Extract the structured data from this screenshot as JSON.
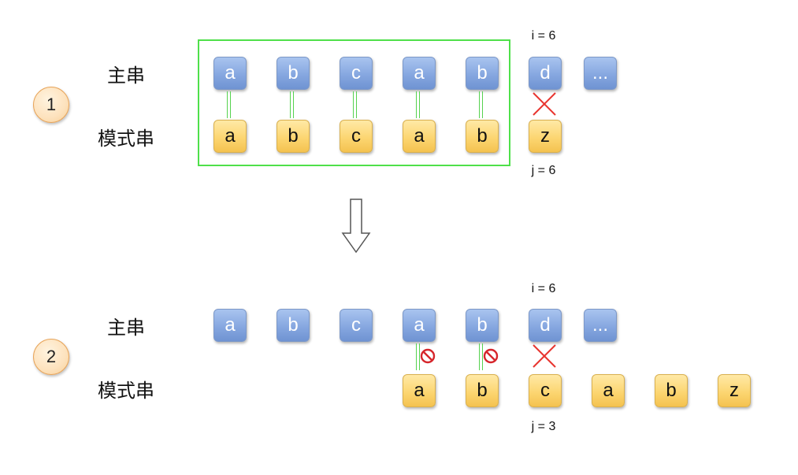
{
  "steps": [
    {
      "badge": "1",
      "main_label": "主串",
      "pattern_label": "模式串",
      "main_chars": [
        "a",
        "b",
        "c",
        "a",
        "b",
        "d",
        "..."
      ],
      "pattern_chars": [
        "a",
        "b",
        "c",
        "a",
        "b",
        "z"
      ],
      "i_label": "i = 6",
      "j_label": "j = 6"
    },
    {
      "badge": "2",
      "main_label": "主串",
      "pattern_label": "模式串",
      "main_chars": [
        "a",
        "b",
        "c",
        "a",
        "b",
        "d",
        "..."
      ],
      "pattern_chars": [
        "a",
        "b",
        "c",
        "a",
        "b",
        "z"
      ],
      "i_label": "i = 6",
      "j_label": "j = 3"
    }
  ],
  "colors": {
    "match_line": "#56d24f",
    "match_box_border": "#4fe04a",
    "mismatch_cross": "#e8352f",
    "main_box": "#86a7e0",
    "pattern_box": "#fcd672",
    "step_badge": "#fde2bd"
  },
  "icons": {
    "mismatch": "cross-icon",
    "skipped_compare": "prohibited-icon",
    "transition": "down-arrow-icon"
  }
}
